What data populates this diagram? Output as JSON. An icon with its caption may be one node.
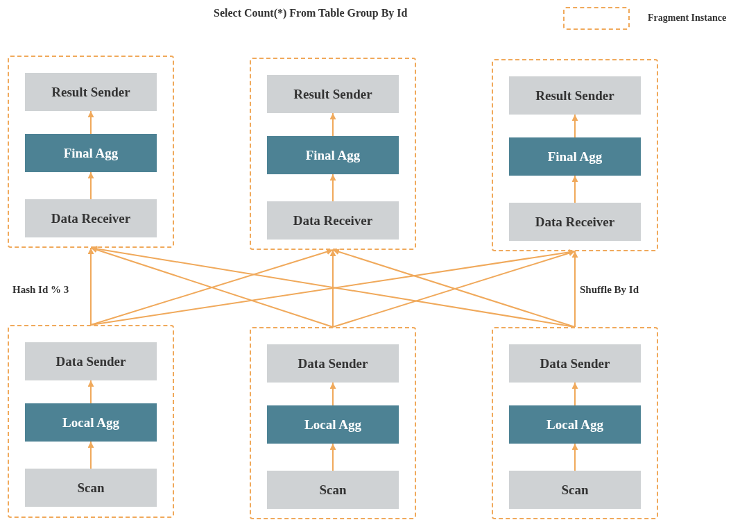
{
  "diagram": {
    "title": "Select Count(*) From Table Group By Id",
    "nodes": [
      {
        "text": [],
        "shape": "box"
      },
      {
        "text": [
          "Result Sender"
        ],
        "in": 0
      },
      {
        "text": [
          "Final Agg"
        ],
        "in": 0
      },
      {
        "text": [
          "Data Receiver"
        ],
        "in": 0
      },
      {
        "text": [],
        "shape": "box"
      },
      {
        "text": [
          "Result Sender"
        ],
        "in": 4
      },
      {
        "text": [
          "Final Agg"
        ],
        "in": 4
      },
      {
        "text": [
          "Data Receiver"
        ],
        "in": 4
      },
      {
        "text": [],
        "shape": "box"
      },
      {
        "text": [
          "Result Sender"
        ],
        "in": 8
      },
      {
        "text": [
          "Final Agg"
        ],
        "in": 8
      },
      {
        "text": [
          "Data Receiver"
        ],
        "in": 8
      },
      {
        "text": [],
        "shape": "box"
      },
      {
        "text": [
          "Data Sender"
        ],
        "in": 12
      },
      {
        "text": [
          "Local Agg"
        ],
        "in": 12
      },
      {
        "text": [
          "Scan"
        ],
        "in": 12
      },
      {
        "text": [],
        "shape": "box"
      },
      {
        "text": [
          "Data Sender"
        ],
        "in": 16
      },
      {
        "text": [
          "Local Agg"
        ],
        "in": 16
      },
      {
        "text": [
          "Scan"
        ],
        "in": 16
      },
      {
        "text": [],
        "shape": "box"
      },
      {
        "text": [
          "Data Sender"
        ],
        "in": 20
      },
      {
        "text": [
          "Local Agg"
        ],
        "in": 20
      },
      {
        "text": [
          "Scan"
        ],
        "in": 20
      }
    ],
    "edges": [
      {
        "from": 2,
        "to": 1,
        "arrow": "to"
      },
      {
        "from": 3,
        "to": 2,
        "arrow": "to"
      },
      {
        "from": 6,
        "to": 5,
        "arrow": "to"
      },
      {
        "from": 7,
        "to": 6,
        "arrow": "to"
      },
      {
        "from": 10,
        "to": 9,
        "arrow": "to"
      },
      {
        "from": 11,
        "to": 10,
        "arrow": "to"
      },
      {
        "from": 14,
        "to": 13,
        "arrow": "to"
      },
      {
        "from": 15,
        "to": 14,
        "arrow": "to"
      },
      {
        "from": 18,
        "to": 17,
        "arrow": "to"
      },
      {
        "from": 19,
        "to": 18,
        "arrow": "to"
      },
      {
        "from": 22,
        "to": 21,
        "arrow": "to"
      },
      {
        "from": 23,
        "to": 22,
        "arrow": "to"
      },
      {
        "from": 12,
        "to": 0,
        "arrow": "to"
      },
      {
        "from": 12,
        "to": 4,
        "arrow": "to"
      },
      {
        "from": 12,
        "to": 8,
        "arrow": "to"
      },
      {
        "from": 16,
        "to": 0,
        "arrow": "to"
      },
      {
        "from": 16,
        "to": 4,
        "arrow": "to"
      },
      {
        "from": 16,
        "to": 8,
        "arrow": "to"
      },
      {
        "from": 20,
        "to": 0,
        "arrow": "to"
      },
      {
        "from": 20,
        "to": 4,
        "arrow": "to"
      },
      {
        "from": 20,
        "to": 8,
        "arrow": "to"
      }
    ],
    "labels": [
      "Hash Id % 3",
      "Shuffle By Id"
    ],
    "legend": [
      {
        "text": "Fragment Instance"
      }
    ]
  }
}
